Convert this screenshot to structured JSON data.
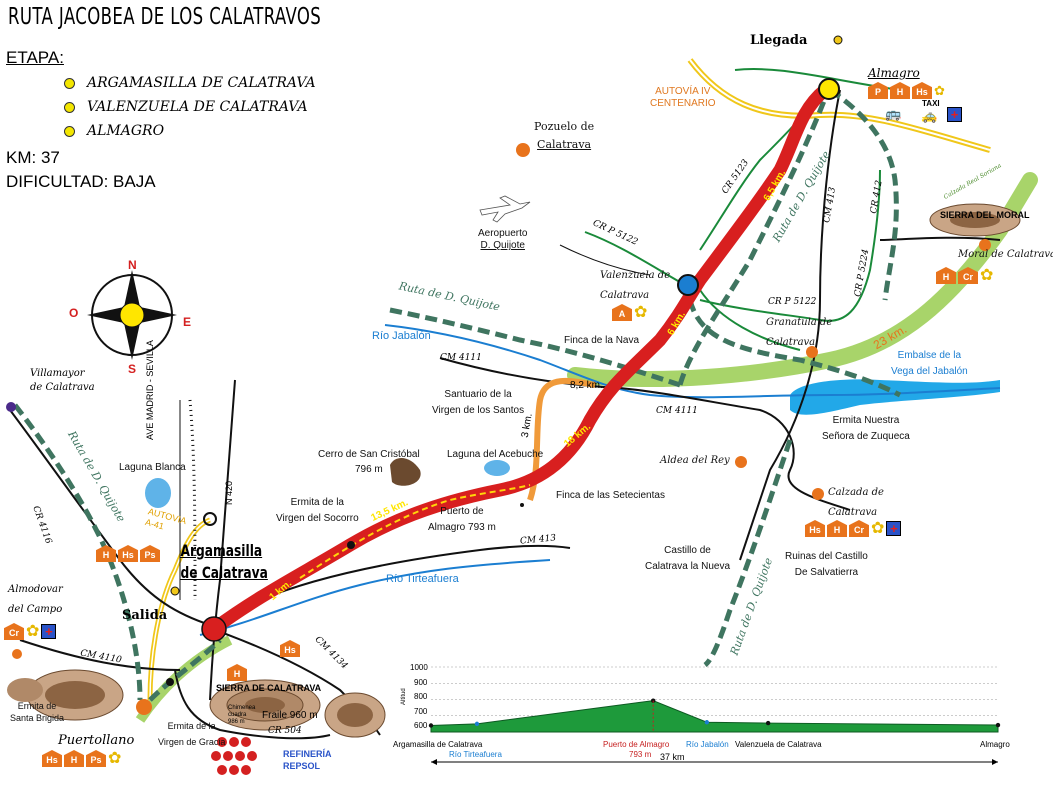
{
  "title": "RUTA JACOBEA DE LOS CALATRAVOS",
  "etapa": {
    "label": "ETAPA:",
    "stages": [
      "ARGAMASILLA DE CALATRAVA",
      "VALENZUELA DE CALATRAVA",
      "ALMAGRO"
    ]
  },
  "km": "KM: 37",
  "dificultad": "DIFICULTAD: BAJA",
  "compass": {
    "n": "N",
    "s": "S",
    "e": "E",
    "o": "O"
  },
  "labels": {
    "llegada": "Llegada",
    "salida": "Salida",
    "almagro": "Almagro",
    "argamasilla_1": "Argamasilla",
    "argamasilla_2": "de Calatrava",
    "pozuelo_1": "Pozuelo de",
    "pozuelo_2": "Calatrava",
    "autovia_iv_1": "AUTOVÍA IV",
    "autovia_iv_2": "CENTENARIO",
    "aeropuerto_1": "Aeropuerto",
    "aeropuerto_2": "D. Quijote",
    "valenzuela_1": "Valenzuela de",
    "valenzuela_2": "Calatrava",
    "rio_jabalon": "Río Jabalón",
    "rio_tirteafuera": "Río Tirteafuera",
    "finca_nava": "Finca de la Nava",
    "santuario_1": "Santuario de la",
    "santuario_2": "Virgen de los Santos",
    "laguna_acebuche": "Laguna del Acebuche",
    "finca_setecientas": "Finca de las Setecientas",
    "cerro_1": "Cerro de San Cristóbal",
    "cerro_2": "796 m",
    "laguna_blanca": "Laguna Blanca",
    "ermita_socorro_1": "Ermita de la",
    "ermita_socorro_2": "Virgen del Socorro",
    "puerto_1": "Puerto de",
    "puerto_2": "Almagro 793 m",
    "castillo_1": "Castillo de",
    "castillo_2": "Calatrava la Nueva",
    "ruinas_1": "Ruinas del Castillo",
    "ruinas_2": "De Salvatierra",
    "aldea_rey": "Aldea del Rey",
    "calzada_1": "Calzada de",
    "calzada_2": "Calatrava",
    "ermita_zuqueca_1": "Ermita Nuestra",
    "ermita_zuqueca_2": "Señora de Zuqueca",
    "embalse_1": "Embalse de la",
    "embalse_2": "Vega del Jabalón",
    "granatula_1": "Granatula de",
    "granatula_2": "Calatrava",
    "moral": "Moral de Calatrava",
    "sierra_moral": "SIERRA DEL MORAL",
    "villamayor_1": "Villamayor",
    "villamayor_2": "de Calatrava",
    "almodovar_1": "Almodovar",
    "almodovar_2": "del Campo",
    "ermita_brigida_1": "Ermita de",
    "ermita_brigida_2": "Santa Brigida",
    "puertollano": "Puertollano",
    "ermita_gracia_1": "Ermita de la",
    "ermita_gracia_2": "Virgen de Gracia",
    "sierra_calatrava": "SIERRA DE CALATRAVA",
    "fraile": "Fraile 960 m",
    "chimenea": "Chimenea cuadra 986 m",
    "refineria": "REFINERÍA",
    "repsol": "REPSOL",
    "autovia_a41_1": "AUTOVIA",
    "autovia_a41_2": "A-41",
    "ave": "AVE MADRID - SEVILLA",
    "n420": "N 420",
    "ruta_quijote": "Ruta de D. Quijote",
    "calzada_real": "Calzada Real Soriana",
    "taxi": "TAXI"
  },
  "roads": [
    "CR 5123",
    "CR P 5122",
    "CM 413",
    "CR 412",
    "CR P 5224",
    "CM 4111",
    "CM 413",
    "CR 4116",
    "CM 4110",
    "CM 4134",
    "CR 504"
  ],
  "distances": [
    "6,5 km.",
    "6 km.",
    "23 km.",
    "8,2 km.",
    "3 km.",
    "18 km.",
    "13,5 km.",
    "1 km."
  ],
  "services": {
    "almagro": [
      "P",
      "H",
      "Hs"
    ],
    "moral": [
      "H",
      "Cr"
    ],
    "argamasilla": [
      "H",
      "Hs",
      "Ps"
    ],
    "calzada": [
      "Hs",
      "H",
      "Cr"
    ],
    "almodovar": [
      "Cr"
    ],
    "puertollano": [
      "Hs",
      "H",
      "Ps"
    ],
    "valenzuela": [
      "A"
    ],
    "ermita_gracia": [
      "H"
    ],
    "salida": [
      "Hs"
    ]
  },
  "profile": {
    "y_ticks": [
      "1000",
      "900",
      "800",
      "700",
      "600"
    ],
    "y_label": "Altitud",
    "points": [
      {
        "name": "Argamasilla de Calatrava",
        "km": 0,
        "alt": 640
      },
      {
        "name": "Río Tirteafuera",
        "km": 3,
        "alt": 650
      },
      {
        "name": "Puerto de Almagro",
        "km": 14.5,
        "alt": 793
      },
      {
        "name": "Río Jabalón",
        "km": 18,
        "alt": 660
      },
      {
        "name": "Valenzuela de Calatrava",
        "km": 22,
        "alt": 655
      },
      {
        "name": "Almagro",
        "km": 37,
        "alt": 643
      }
    ],
    "labels": {
      "argamasilla": "Argamasilla de Calatrava",
      "tirteafuera": "Río Tirteafuera",
      "puerto": "Puerto de Almagro",
      "puerto_alt": "793 m",
      "jabalon": "Río Jabalón",
      "valenzuela": "Valenzuela de Calatrava",
      "almagro": "Almagro",
      "total": "37 km"
    },
    "colors": {
      "fill": "#1e9a3b",
      "puerto": "#c62020",
      "river": "#1b7ed1"
    }
  },
  "colors": {
    "route": "#d81f1f",
    "quijote": "#3f7560",
    "river": "#1b7ed1",
    "calzada": "#8ec94f",
    "roads_green": "#1a8a3a",
    "autovia": "#f0c71a",
    "city": "#e8731c"
  }
}
